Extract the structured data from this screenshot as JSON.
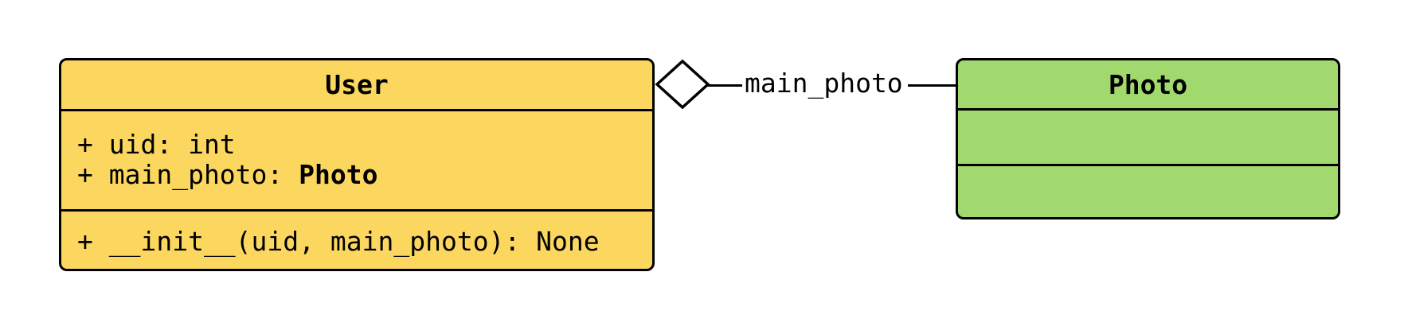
{
  "page": {
    "background": "#ffffff"
  },
  "colors": {
    "user_fill": "#FCD75F",
    "photo_fill": "#A1D96E",
    "border": "#000000",
    "diamond_fill": "#ffffff"
  },
  "classes": [
    {
      "name": "User",
      "attributes": [
        {
          "plain": "+ uid: int",
          "bold": ""
        },
        {
          "plain": "+ main_photo: ",
          "bold": "Photo"
        }
      ],
      "methods": [
        "+ __init__(uid, main_photo): None"
      ]
    },
    {
      "name": "Photo",
      "attributes": [],
      "methods": []
    }
  ],
  "edge": {
    "label": "main_photo",
    "type": "aggregation",
    "from": "User",
    "to": "Photo"
  }
}
